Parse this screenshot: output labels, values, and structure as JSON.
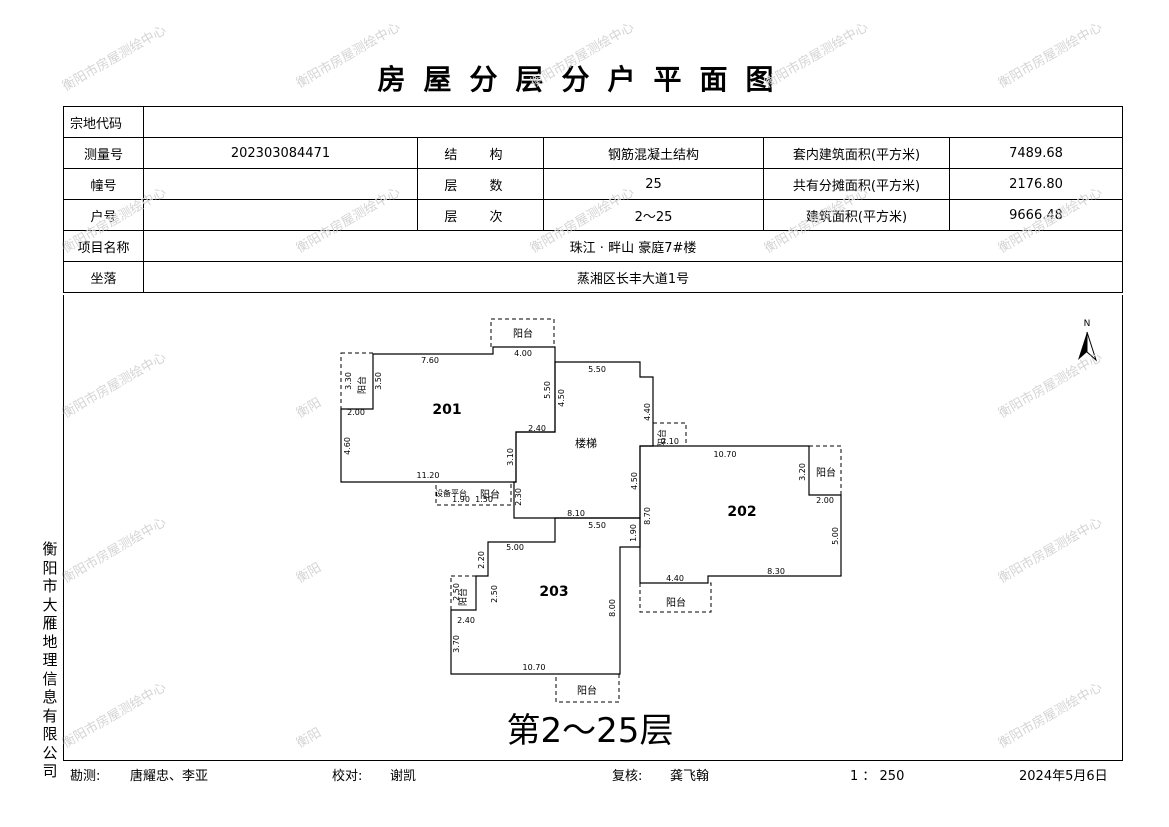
{
  "title": "房屋分层分户平面图",
  "info": {
    "parcel_code_label": "宗地代码",
    "parcel_code_value": "",
    "survey_no_label": "测量号",
    "survey_no_value": "202303084471",
    "structure_label": "结 构",
    "structure_value": "钢筋混凝土结构",
    "inner_area_label": "套内建筑面积(平方米)",
    "inner_area_value": "7489.68",
    "building_no_label": "幢号",
    "building_no_value": "",
    "floors_label": "层 数",
    "floors_value": "25",
    "shared_area_label": "共有分摊面积(平方米)",
    "shared_area_value": "2176.80",
    "unit_no_label": "户号",
    "unit_no_value": "",
    "floor_range_label": "层 次",
    "floor_range_value": "2～25",
    "building_area_label": "建筑面积(平方米)",
    "building_area_value": "9666.48",
    "project_label": "项目名称",
    "project_value": "珠江 · 畔山 豪庭7#楼",
    "location_label": "坐落",
    "location_value": "蒸湘区长丰大道1号"
  },
  "plan": {
    "units": [
      "201",
      "202",
      "203"
    ],
    "stair_label": "楼梯",
    "balcony_label": "阳台",
    "floor_caption": "第2～25层",
    "north_label": "N",
    "dimensions": {
      "d201_top": "7.60",
      "d201_left_upper": "3.50",
      "d201_left_lower": "4.60",
      "d201_step": "2.00",
      "d201_bottom": "11.20",
      "d201_balcony_left": "3.30",
      "d201_balcony_top": "4.00",
      "d201_notch": "5.50",
      "d201_notch_h": "4.50",
      "d201_right_w": "2.40",
      "d201_right_h": "3.10",
      "stair_top": "5.50",
      "stair_right": "4.40",
      "stair_bottom": "8.10",
      "stair_h": "2.30",
      "stair_right2": "4.50",
      "d202_top": "10.70",
      "d202_balcony_h": "3.20",
      "d202_step": "2.00",
      "d202_right": "5.00",
      "d202_bottom": "8.30",
      "d202_bottom_left": "4.40",
      "d202_left": "8.70",
      "d202_small": "1.90",
      "d202_balcony_w": "2.10",
      "d203_top": "5.00",
      "d203_top2": "5.50",
      "d203_step": "2.20",
      "d203_balcony_h": "2.50",
      "d203_left": "2.50",
      "d203_bw": "2.40",
      "d203_left_lower": "3.70",
      "d203_bottom": "10.70",
      "d203_right": "8.00",
      "mech_label": "设备平台",
      "small_a": "1.90",
      "small_b": "1.50"
    }
  },
  "side_text": "衡阳市大雁地理信息有限公司",
  "footer": {
    "survey_label": "勘测:",
    "surveyors": "唐耀忠、李亚",
    "check_label": "校对:",
    "checker": "谢凯",
    "review_label": "复核:",
    "reviewer": "龚飞翰",
    "scale": "1 ： 250",
    "date": "2024年5月6日"
  },
  "watermark": "衡阳市房屋测绘中心",
  "watermark_short": "衡阳"
}
